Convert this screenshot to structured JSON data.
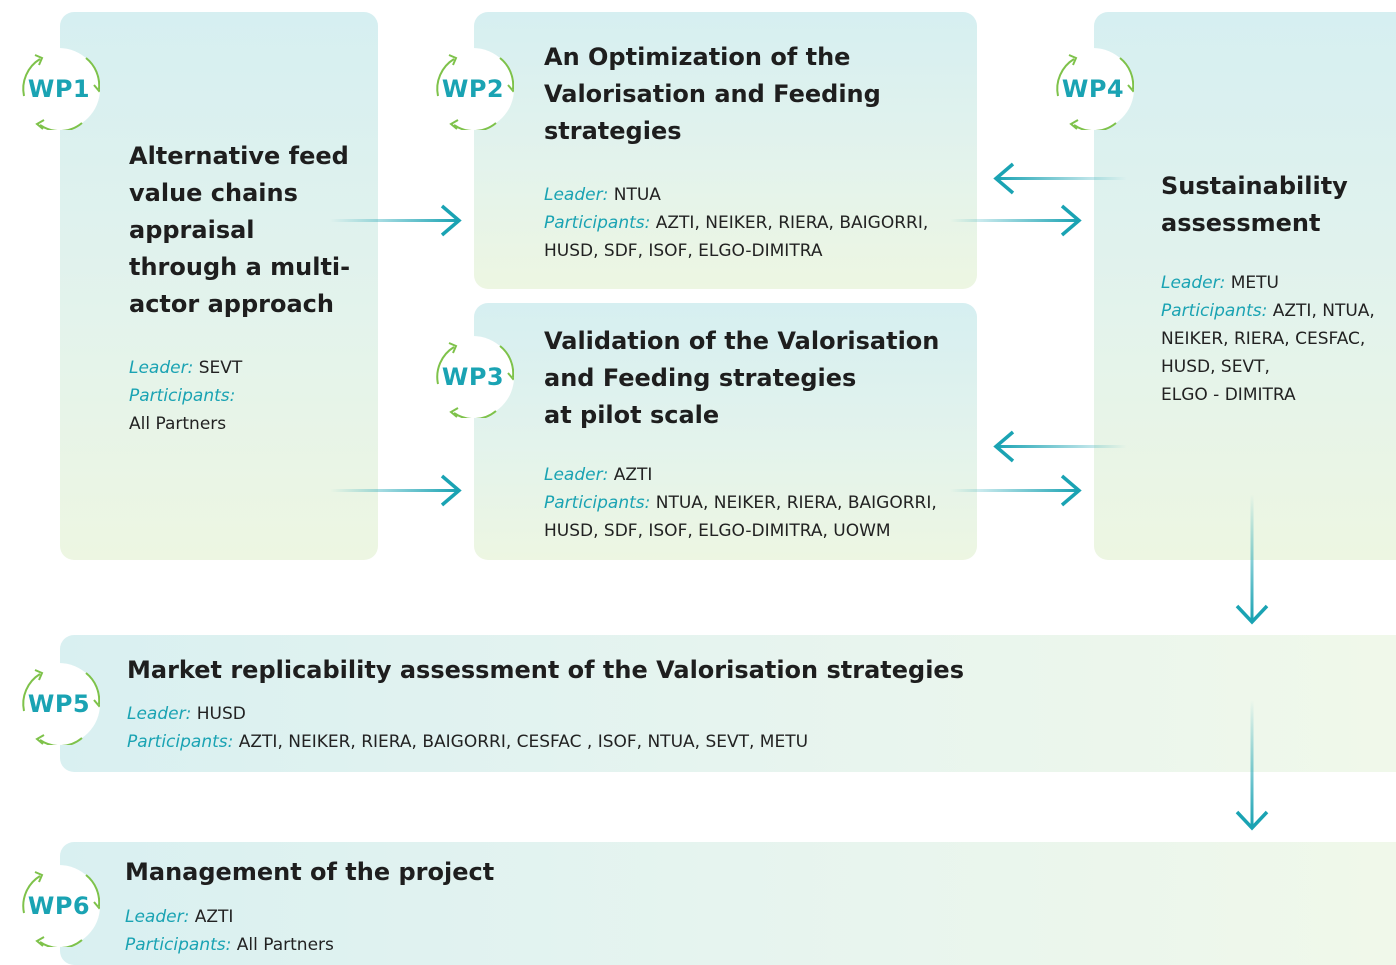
{
  "labels": {
    "leader": "Leader:",
    "participants": "Participants:"
  },
  "colors": {
    "accent": "#1aa3b3",
    "green": "#7ec24a"
  },
  "wp1": {
    "badge": "WP1",
    "title_lines": [
      "Alternative feed",
      "value chains",
      "appraisal",
      "through a multi-",
      "actor approach"
    ],
    "leader": "SEVT",
    "participants": "All Partners"
  },
  "wp2": {
    "badge": "WP2",
    "title_lines": [
      "An Optimization of the",
      "Valorisation and Feeding",
      "strategies"
    ],
    "leader": "NTUA",
    "participants_lines": [
      "AZTI, NEIKER, RIERA, BAIGORRI,",
      "HUSD, SDF, ISOF, ELGO-DIMITRA"
    ]
  },
  "wp3": {
    "badge": "WP3",
    "title_lines": [
      "Validation of the Valorisation",
      "and Feeding strategies",
      "at pilot scale"
    ],
    "leader": "AZTI",
    "participants_lines": [
      "NTUA, NEIKER, RIERA, BAIGORRI,",
      "HUSD, SDF, ISOF, ELGO-DIMITRA, UOWM"
    ]
  },
  "wp4": {
    "badge": "WP4",
    "title_lines": [
      "Sustainability",
      "assessment"
    ],
    "leader": "METU",
    "participants_lines": [
      "AZTI, NTUA,",
      "NEIKER, RIERA, CESFAC,",
      "HUSD, SEVT,",
      "ELGO - DIMITRA"
    ]
  },
  "wp5": {
    "badge": "WP5",
    "title": "Market replicability assessment of the Valorisation strategies",
    "leader": "HUSD",
    "participants": "AZTI, NEIKER, RIERA, BAIGORRI, CESFAC , ISOF, NTUA, SEVT, METU"
  },
  "wp6": {
    "badge": "WP6",
    "title": "Management of the project",
    "leader": "AZTI",
    "participants": "All Partners"
  }
}
